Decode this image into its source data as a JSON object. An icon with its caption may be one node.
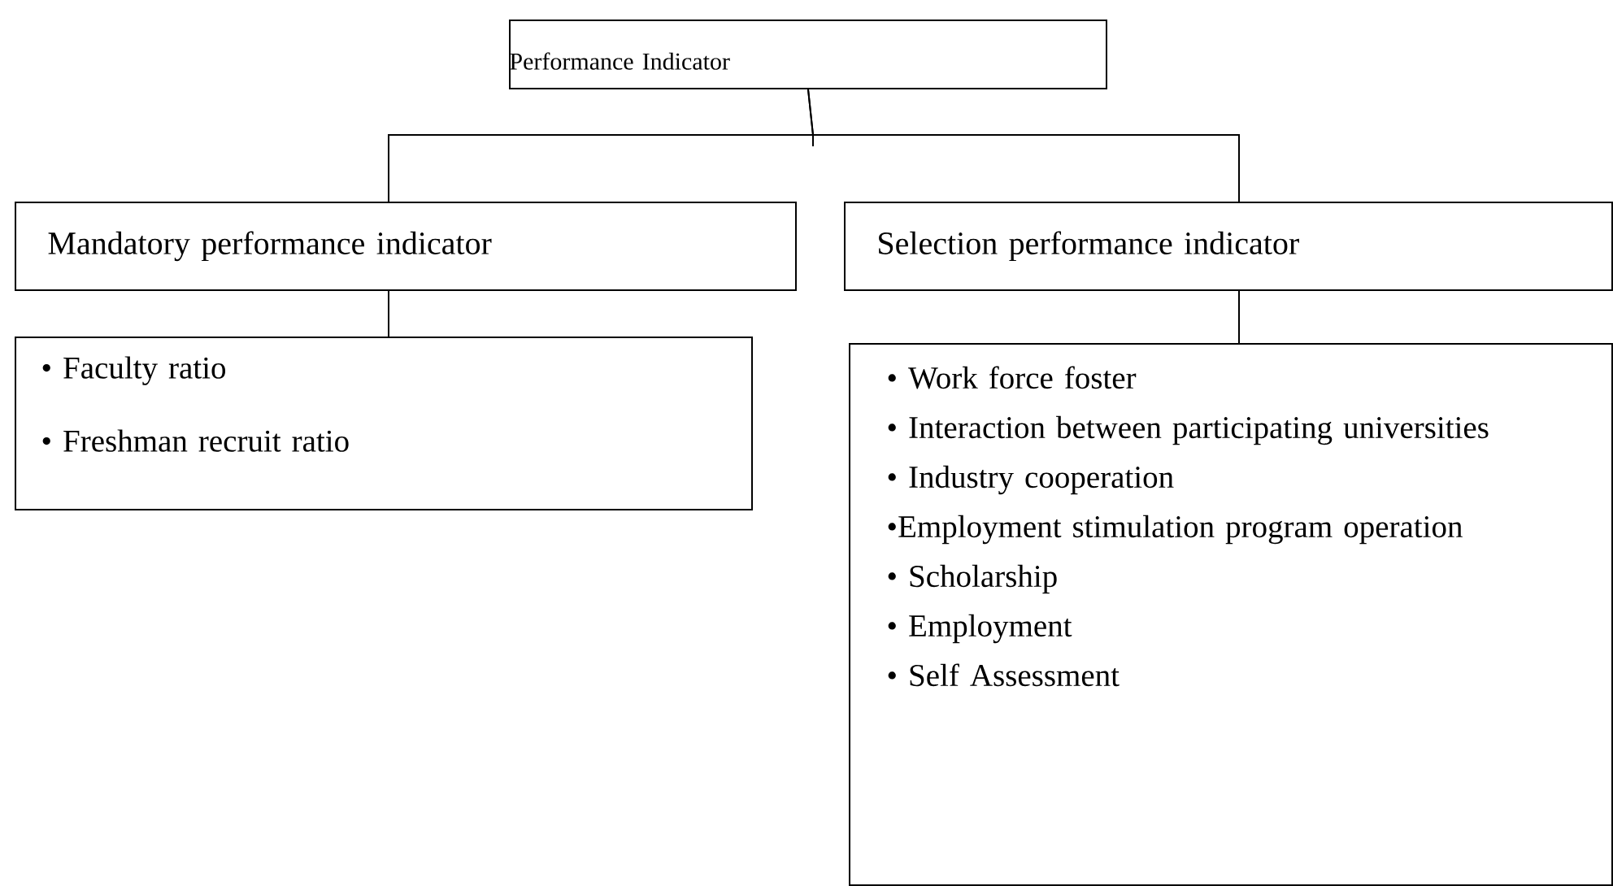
{
  "diagram": {
    "nodes": [
      {
        "text": [
          "Performance Indicator"
        ]
      },
      {
        "text": [
          "Mandatory performance indicator"
        ]
      },
      {
        "text": [
          "Selection performance indicator"
        ]
      },
      {
        "text": [
          "• Faculty ratio",
          "• Freshman recruit ratio"
        ]
      },
      {
        "text": [
          "• Work force foster",
          "• Interaction between participating universities",
          "• Industry cooperation",
          "•Employment stimulation program operation",
          "• Scholarship",
          "• Employment",
          "• Self Assessment"
        ]
      }
    ],
    "edges": [
      {
        "from": 0,
        "to": 1,
        "arrow": "none"
      },
      {
        "from": 0,
        "to": 2,
        "arrow": "none"
      },
      {
        "from": 1,
        "to": 3,
        "arrow": "none"
      },
      {
        "from": 2,
        "to": 4,
        "arrow": "none"
      }
    ]
  }
}
